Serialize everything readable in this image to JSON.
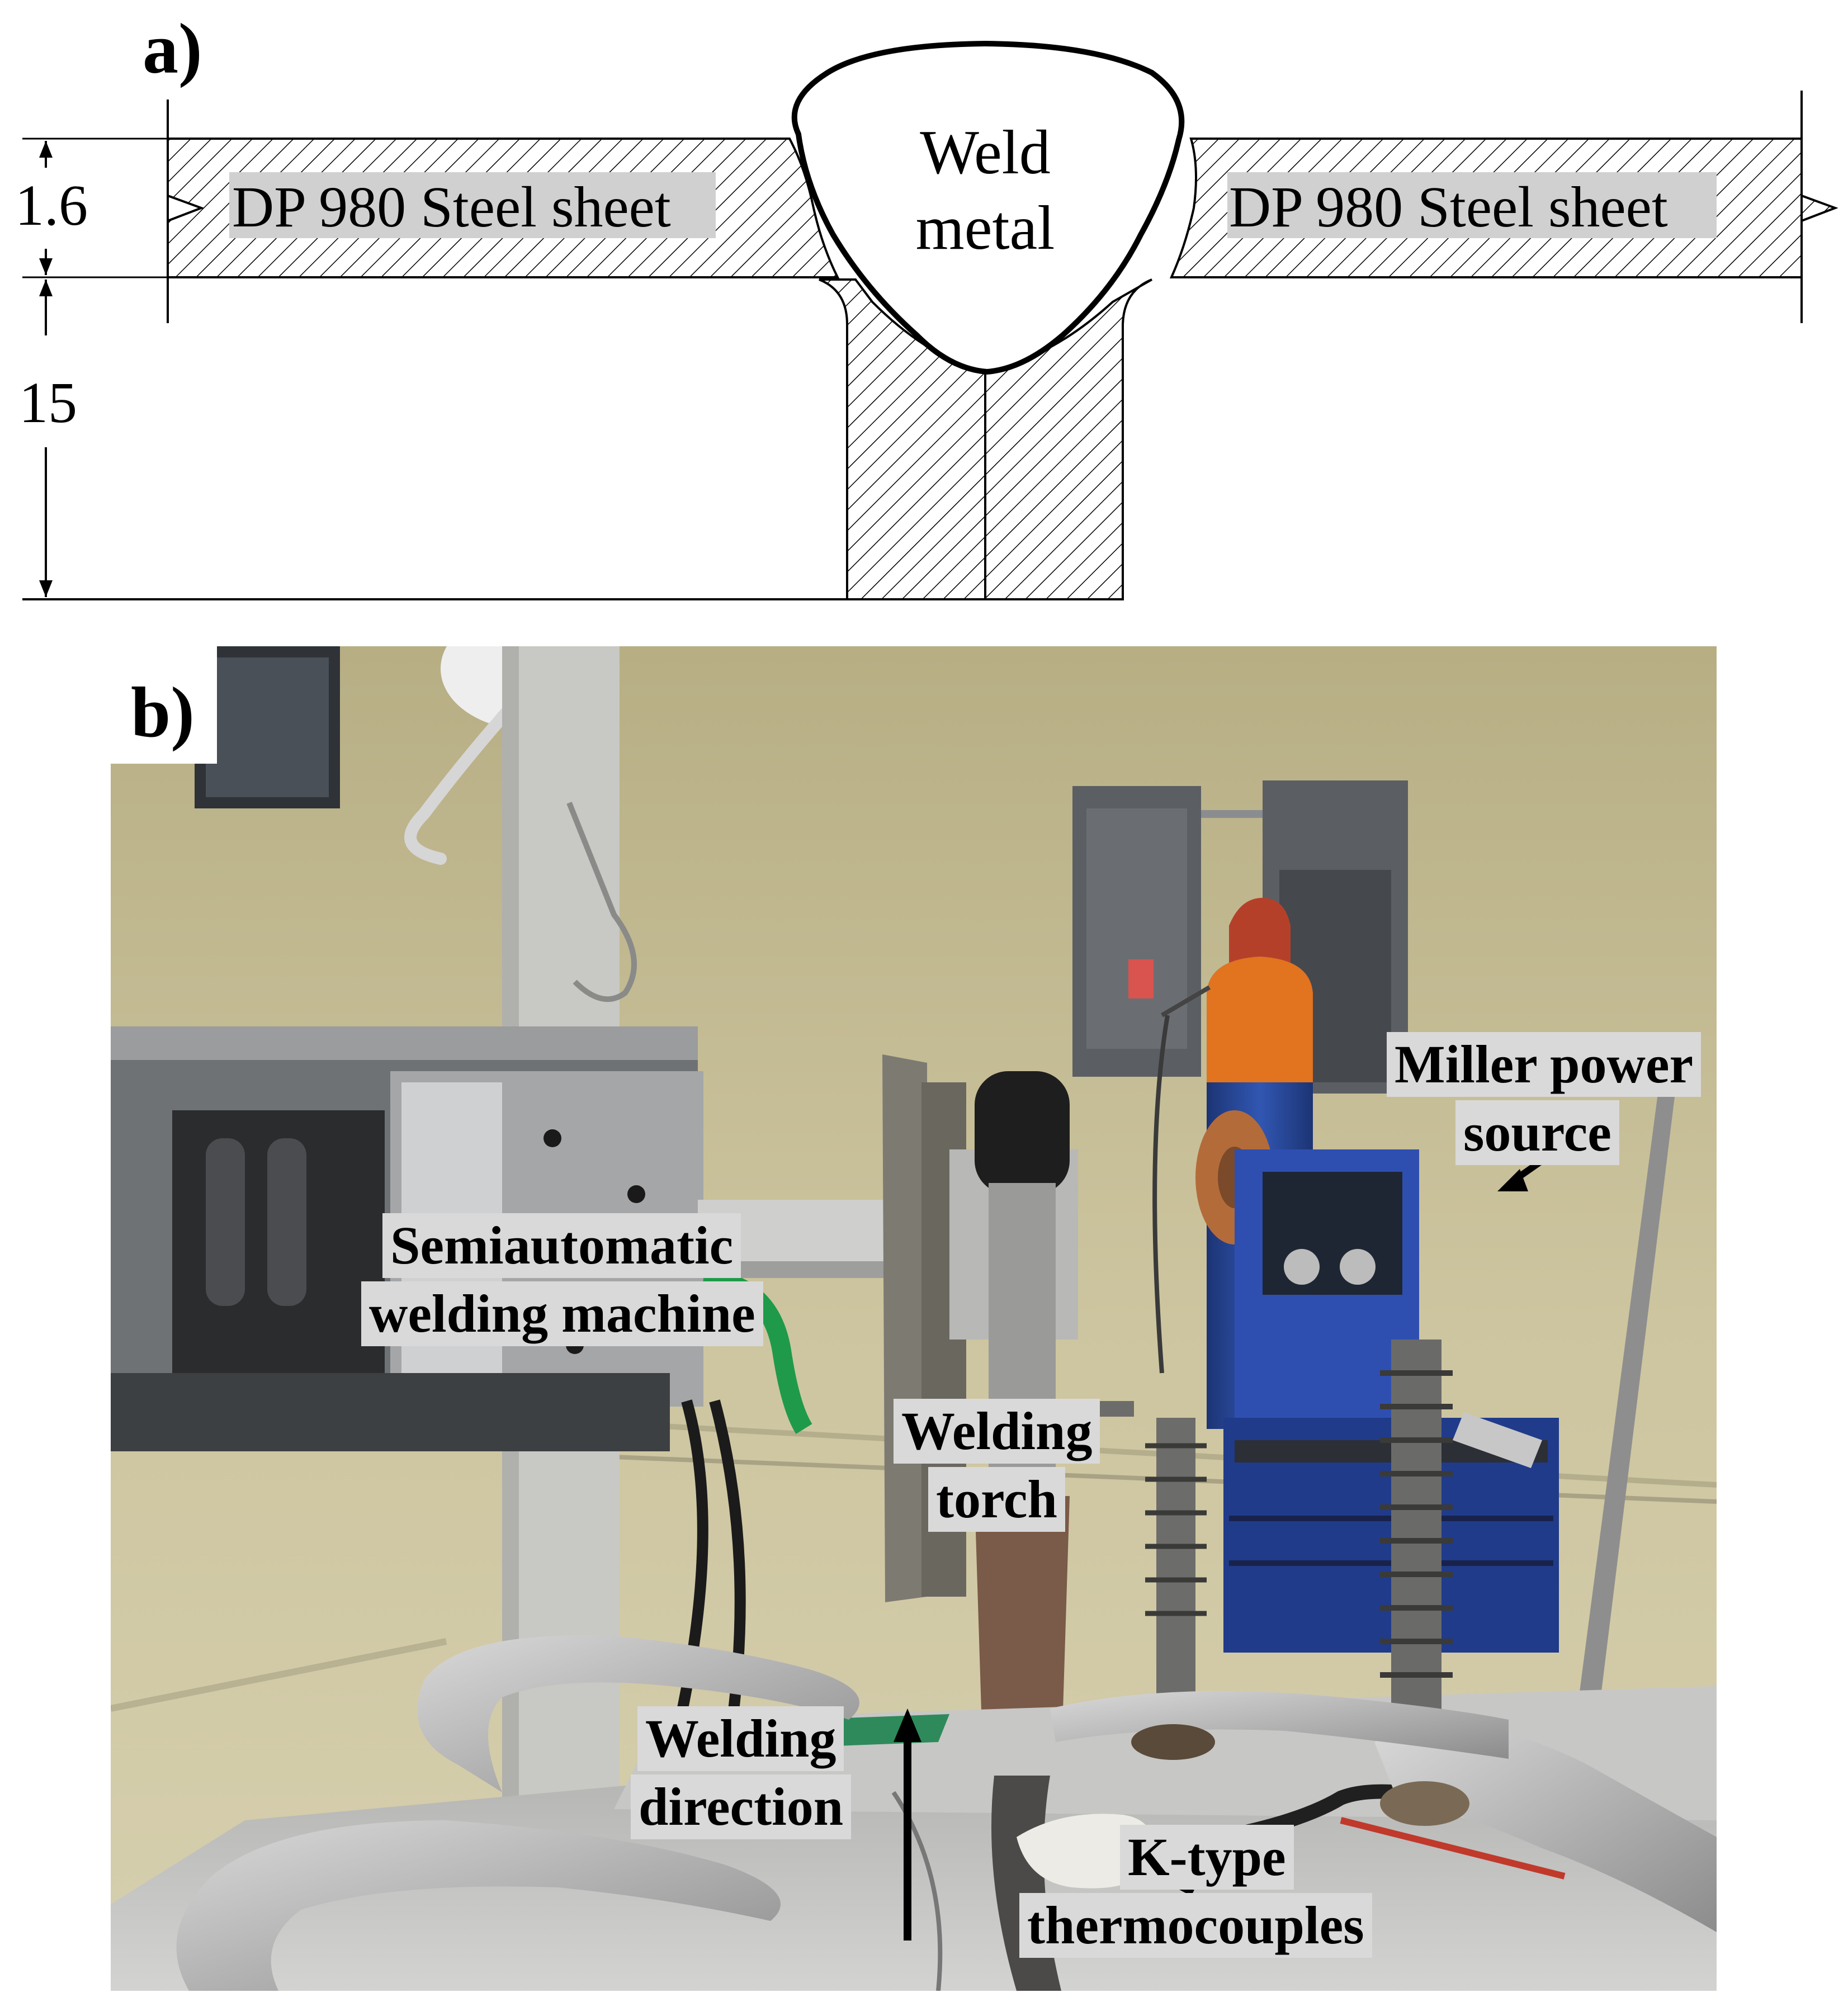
{
  "panel_a": {
    "letter": "a)",
    "dim_sheet_thickness": "1.6",
    "dim_stiffener_height": "15",
    "weld_label_line1": "Weld",
    "weld_label_line2": "metal",
    "left_sheet_label": "DP 980 Steel sheet",
    "right_sheet_label": "DP 980 Steel sheet"
  },
  "panel_b": {
    "letter": "b)",
    "labels": {
      "power_source_line1": "Miller power",
      "power_source_line2": "source",
      "machine_line1": "Semiautomatic",
      "machine_line2": "welding machine",
      "torch_line1": "Welding",
      "torch_line2": "torch",
      "direction_line1": "Welding",
      "direction_line2": "direction",
      "thermo_line1": "K-type",
      "thermo_line2": "thermocouples"
    }
  },
  "colors": {
    "label_background": "#d9d9d9",
    "wall": "#c9c19a",
    "steel": "#9a9a9a",
    "panel_grey": "#5b5f63",
    "cylinder_blue": "#27479b",
    "cylinder_orange": "#e2731f",
    "tape_green": "#1f9a4a"
  }
}
